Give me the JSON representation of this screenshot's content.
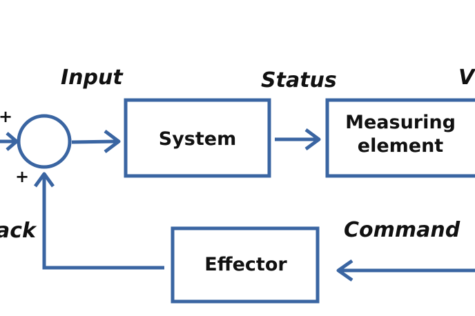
{
  "colors": {
    "stroke": "#3a65a2",
    "text": "#111111",
    "background": "#ffffff"
  },
  "blocks": {
    "system": "System",
    "measuring_line1": "Measuring",
    "measuring_line2": "element",
    "effector": "Effector"
  },
  "signals": {
    "input": "Input",
    "status": "Status",
    "command": "Command",
    "feedback_partial": "ack",
    "value_partial": "V"
  },
  "summing_junction": {
    "top_sign": "+",
    "bottom_sign": "+"
  }
}
